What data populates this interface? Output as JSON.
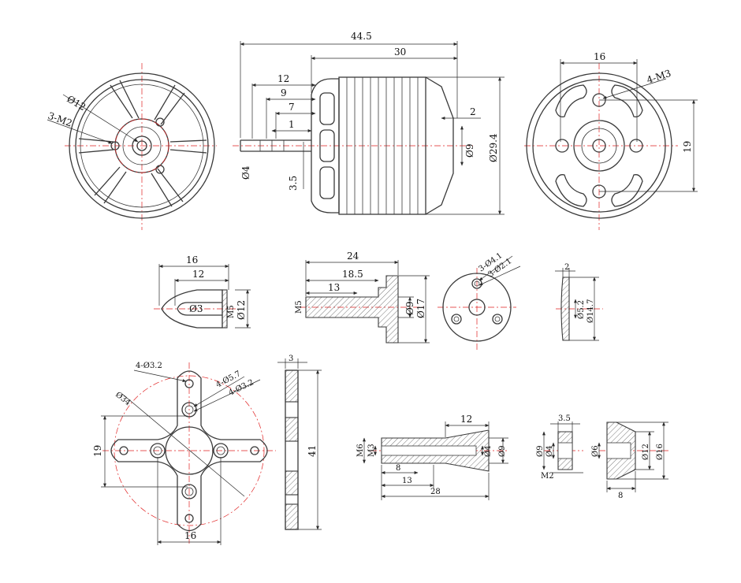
{
  "colors": {
    "outline": "#3a3a3a",
    "centerline": "#e02020",
    "dimension": "#2a2a2a"
  },
  "motor_side": {
    "overall_length": "44.5",
    "body_length": "30",
    "shaft_12": "12",
    "shaft_9": "9",
    "shaft_7": "7",
    "shaft_1": "1",
    "shaft_dia": "Ø4",
    "shaft_3_5": "3.5",
    "gap_2": "2",
    "boss_dia": "Ø9",
    "body_dia": "Ø29.4"
  },
  "motor_front": {
    "bolt_circle": "Ø12",
    "holes": "3-M2"
  },
  "motor_rear": {
    "width": "16",
    "holes": "4-M3",
    "height": "19"
  },
  "prop_cone": {
    "length": "16",
    "inner": "12",
    "bore": "Ø3",
    "thread": "M5",
    "dia": "Ø12"
  },
  "prop_adapter": {
    "length": "24",
    "len_18_5": "18.5",
    "len_13": "13",
    "thread": "M5",
    "dia9": "Ø9",
    "dia17": "Ø17"
  },
  "adapter_face": {
    "holes_a": "3-Ø4.1",
    "holes_b": "3-Ø2.1"
  },
  "washer": {
    "thickness": "2",
    "inner": "Ø5.2",
    "outer": "Ø14.7"
  },
  "cross_mount": {
    "holes_a": "4-Ø3.2",
    "holes_b": "4-Ø5.7",
    "holes_c": "4-Ø3.2",
    "circle": "Ø34",
    "height": "19",
    "width": "16"
  },
  "mount_side": {
    "thickness": "3",
    "height": "41"
  },
  "shaft_adapter": {
    "len_12": "12",
    "thread_m6": "M6",
    "thread_m3": "M3",
    "dia4": "Ø4",
    "dia9": "Ø9",
    "len_8": "8",
    "len_13": "13",
    "len_28": "28"
  },
  "nut": {
    "thickness": "3.5",
    "dia9": "Ø9",
    "dia4": "Ø4",
    "thread": "M2"
  },
  "collet": {
    "dia6": "Ø6",
    "dia12": "Ø12",
    "dia16": "Ø16",
    "length": "8"
  }
}
